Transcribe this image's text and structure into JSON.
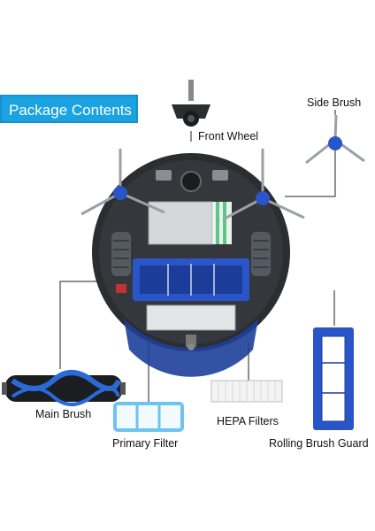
{
  "banner": {
    "title": "Package Contents"
  },
  "labels": {
    "front_wheel": "Front Wheel",
    "side_brush": "Side Brush",
    "main_brush": "Main Brush",
    "hepa_filters": "HEPA Filters",
    "primary_filter": "Primary Filter",
    "rolling_brush_guard": "Rolling Brush Guard"
  },
  "colors": {
    "banner": "#1aa3e0",
    "robot_body": "#2b2d31",
    "accent_blue": "#2a55c8",
    "brush_bristle": "#9aa0a6"
  }
}
